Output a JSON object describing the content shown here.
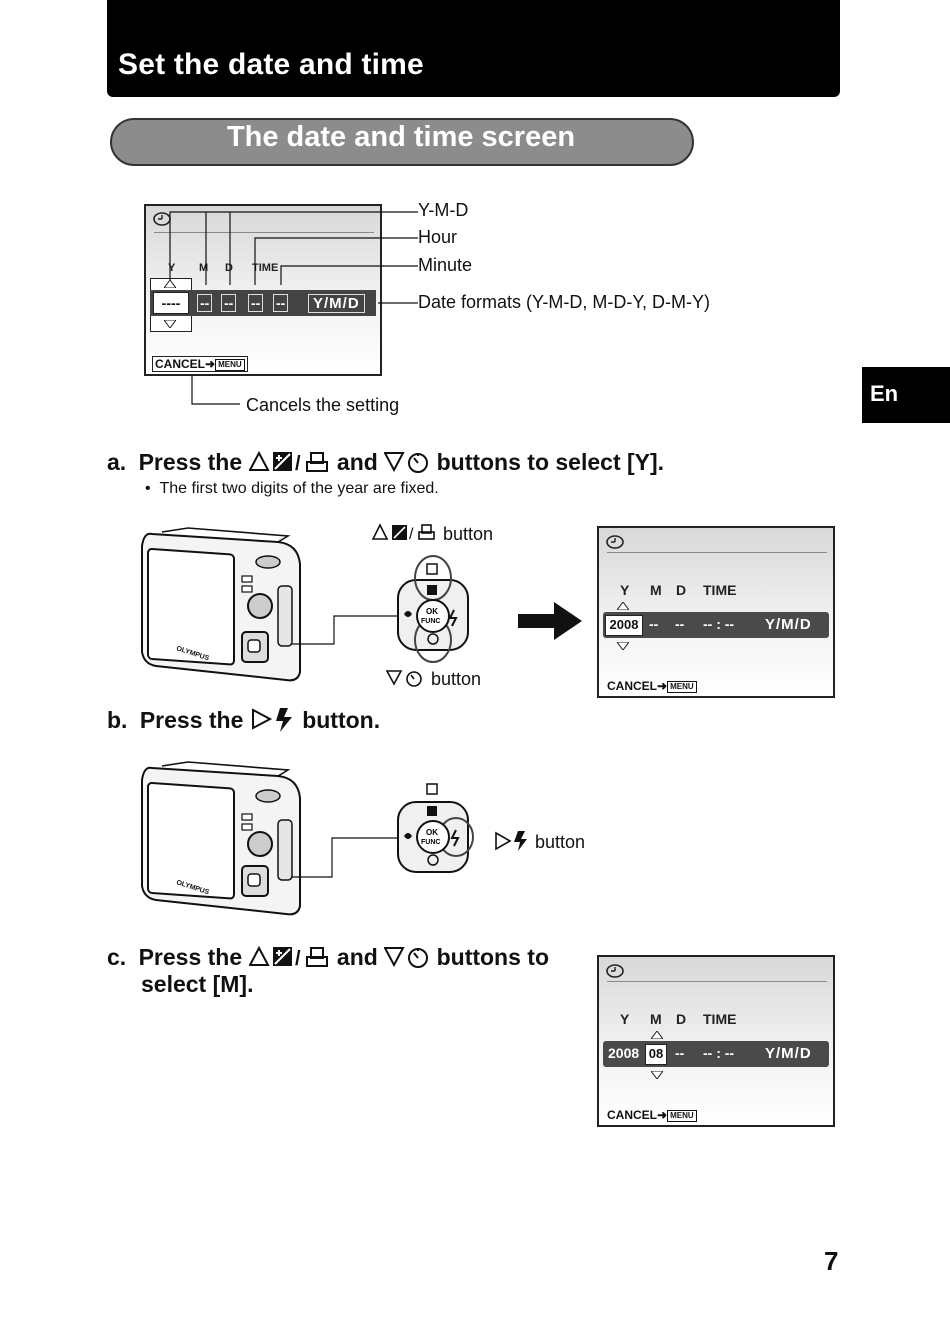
{
  "header": {
    "title": "Set the date and time"
  },
  "section": {
    "title": "The date and time screen"
  },
  "language_tab": {
    "label": "En"
  },
  "diagram": {
    "callouts": {
      "ymd": "Y-M-D",
      "hour": "Hour",
      "minute": "Minute",
      "date_formats": "Date formats (Y-M-D, M-D-Y, D-M-Y)",
      "cancel": "Cancels the setting"
    },
    "screen": {
      "col_y": "Y",
      "col_m": "M",
      "col_d": "D",
      "col_time": "TIME",
      "year_value": "----",
      "dash": "--",
      "format": "Y/M/D",
      "cancel_label": "CANCEL",
      "menu_label": "MENU"
    }
  },
  "steps": {
    "a": {
      "letter": "a.",
      "text_press": "Press the",
      "text_and": "and",
      "text_end": "buttons to select [Y].",
      "bullet": "The first two digits of the year are fixed.",
      "up_button_label": "button",
      "down_button_label": "button"
    },
    "b": {
      "letter": "b.",
      "text_press": "Press the",
      "text_end": "button.",
      "right_button_label": "button"
    },
    "c": {
      "letter": "c.",
      "text_press": "Press the",
      "text_and": "and",
      "text_end": "buttons to",
      "text_line2": "select [M]."
    }
  },
  "screen_a": {
    "col_y": "Y",
    "col_m": "M",
    "col_d": "D",
    "col_time": "TIME",
    "year": "2008",
    "month": "--",
    "day": "--",
    "time": "-- : --",
    "format": "Y/M/D",
    "cancel_label": "CANCEL",
    "menu_label": "MENU"
  },
  "screen_c": {
    "col_y": "Y",
    "col_m": "M",
    "col_d": "D",
    "col_time": "TIME",
    "year": "2008",
    "month": "08",
    "day": "--",
    "time": "-- : --",
    "format": "Y/M/D",
    "cancel_label": "CANCEL",
    "menu_label": "MENU"
  },
  "dpad": {
    "ok_label": "OK",
    "func_label": "FUNC"
  },
  "camera": {
    "brand": "OLYMPUS"
  },
  "page": {
    "number": "7"
  }
}
